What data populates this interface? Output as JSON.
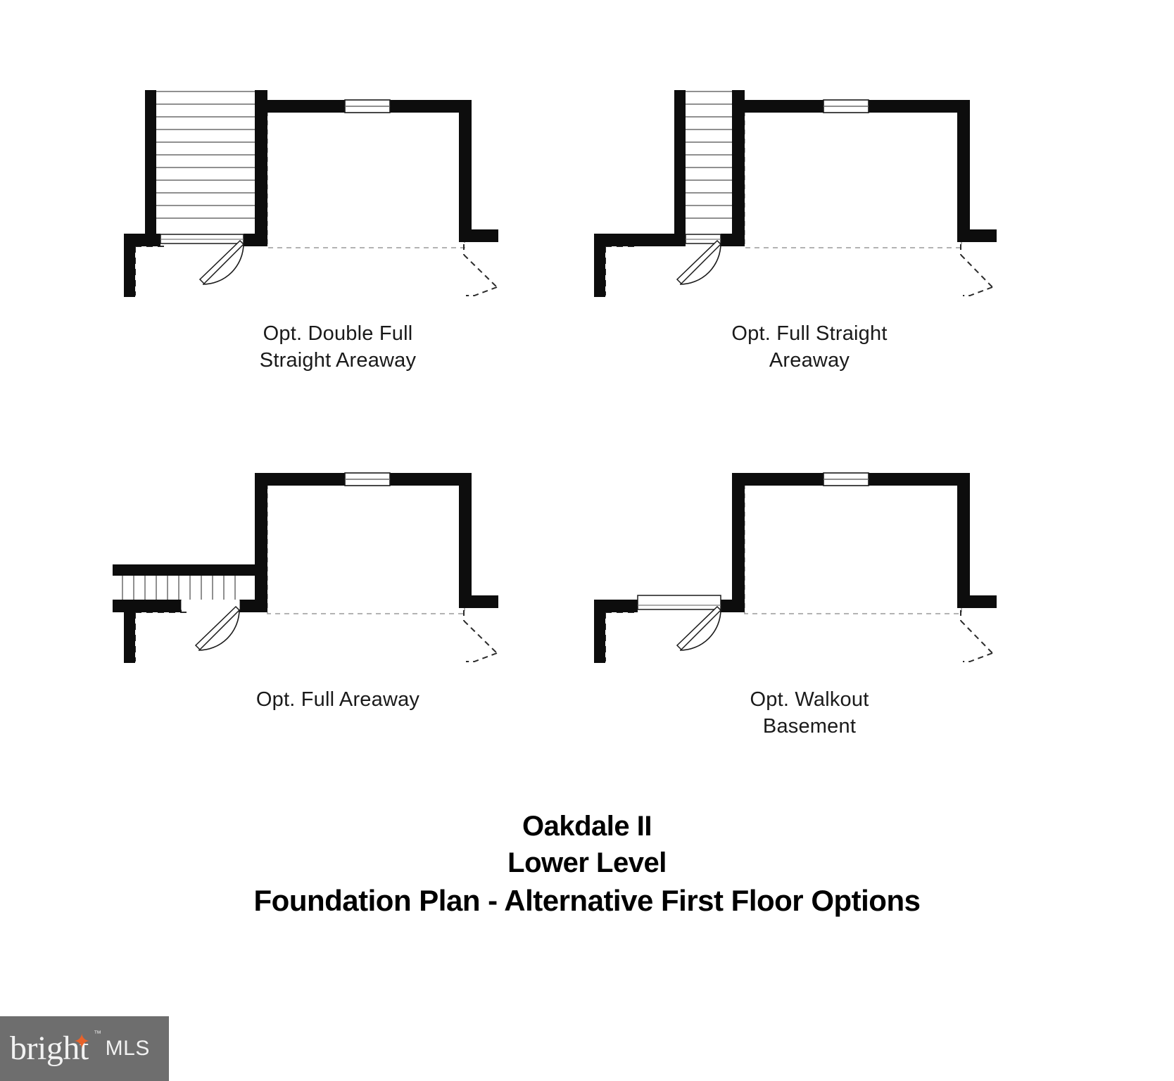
{
  "document": {
    "sheet_background": "#ffffff",
    "ink_color": "#0d0d0d"
  },
  "plans": [
    {
      "id": "opt-double-full-straight-areaway",
      "caption_lines": [
        "Opt. Double Full",
        "Straight Areaway"
      ],
      "caption": "Opt. Double Full Straight Areaway",
      "stair_type": "straight-run-double-wide",
      "stair_orientation": "vertical",
      "stair_tread_count": 11,
      "has_exterior_door": true,
      "has_window": true,
      "has_dashed_door_swing_right": true
    },
    {
      "id": "opt-full-straight-areaway",
      "caption_lines": [
        "Opt. Full Straight",
        "Areaway"
      ],
      "caption": "Opt. Full Straight Areaway",
      "stair_type": "straight-run-single-wide",
      "stair_orientation": "vertical",
      "stair_tread_count": 11,
      "has_exterior_door": true,
      "has_window": true,
      "has_dashed_door_swing_right": true
    },
    {
      "id": "opt-full-areaway",
      "caption_lines": [
        "Opt. Full Areaway"
      ],
      "caption": "Opt. Full Areaway",
      "stair_type": "straight-run-horizontal",
      "stair_orientation": "horizontal",
      "stair_tread_count": 11,
      "has_exterior_door": true,
      "has_window": true,
      "has_dashed_door_swing_right": true
    },
    {
      "id": "opt-walkout-basement",
      "caption_lines": [
        "Opt. Walkout",
        "Basement"
      ],
      "caption": "Opt. Walkout Basement",
      "stair_type": "none",
      "stair_orientation": "none",
      "stair_tread_count": 0,
      "has_exterior_door": true,
      "has_window": true,
      "has_dashed_door_swing_right": true
    }
  ],
  "title_block": {
    "line1": "Oakdale II",
    "line2": "Lower Level",
    "line3": "Foundation Plan - Alternative First Floor Options"
  },
  "watermark": {
    "brand": "bright",
    "suffix": "MLS",
    "trademark": "™",
    "star_glyph": "✦",
    "background_color": "#6e6e6e",
    "text_color": "#f2f2f2",
    "star_color": "#e8622a"
  }
}
